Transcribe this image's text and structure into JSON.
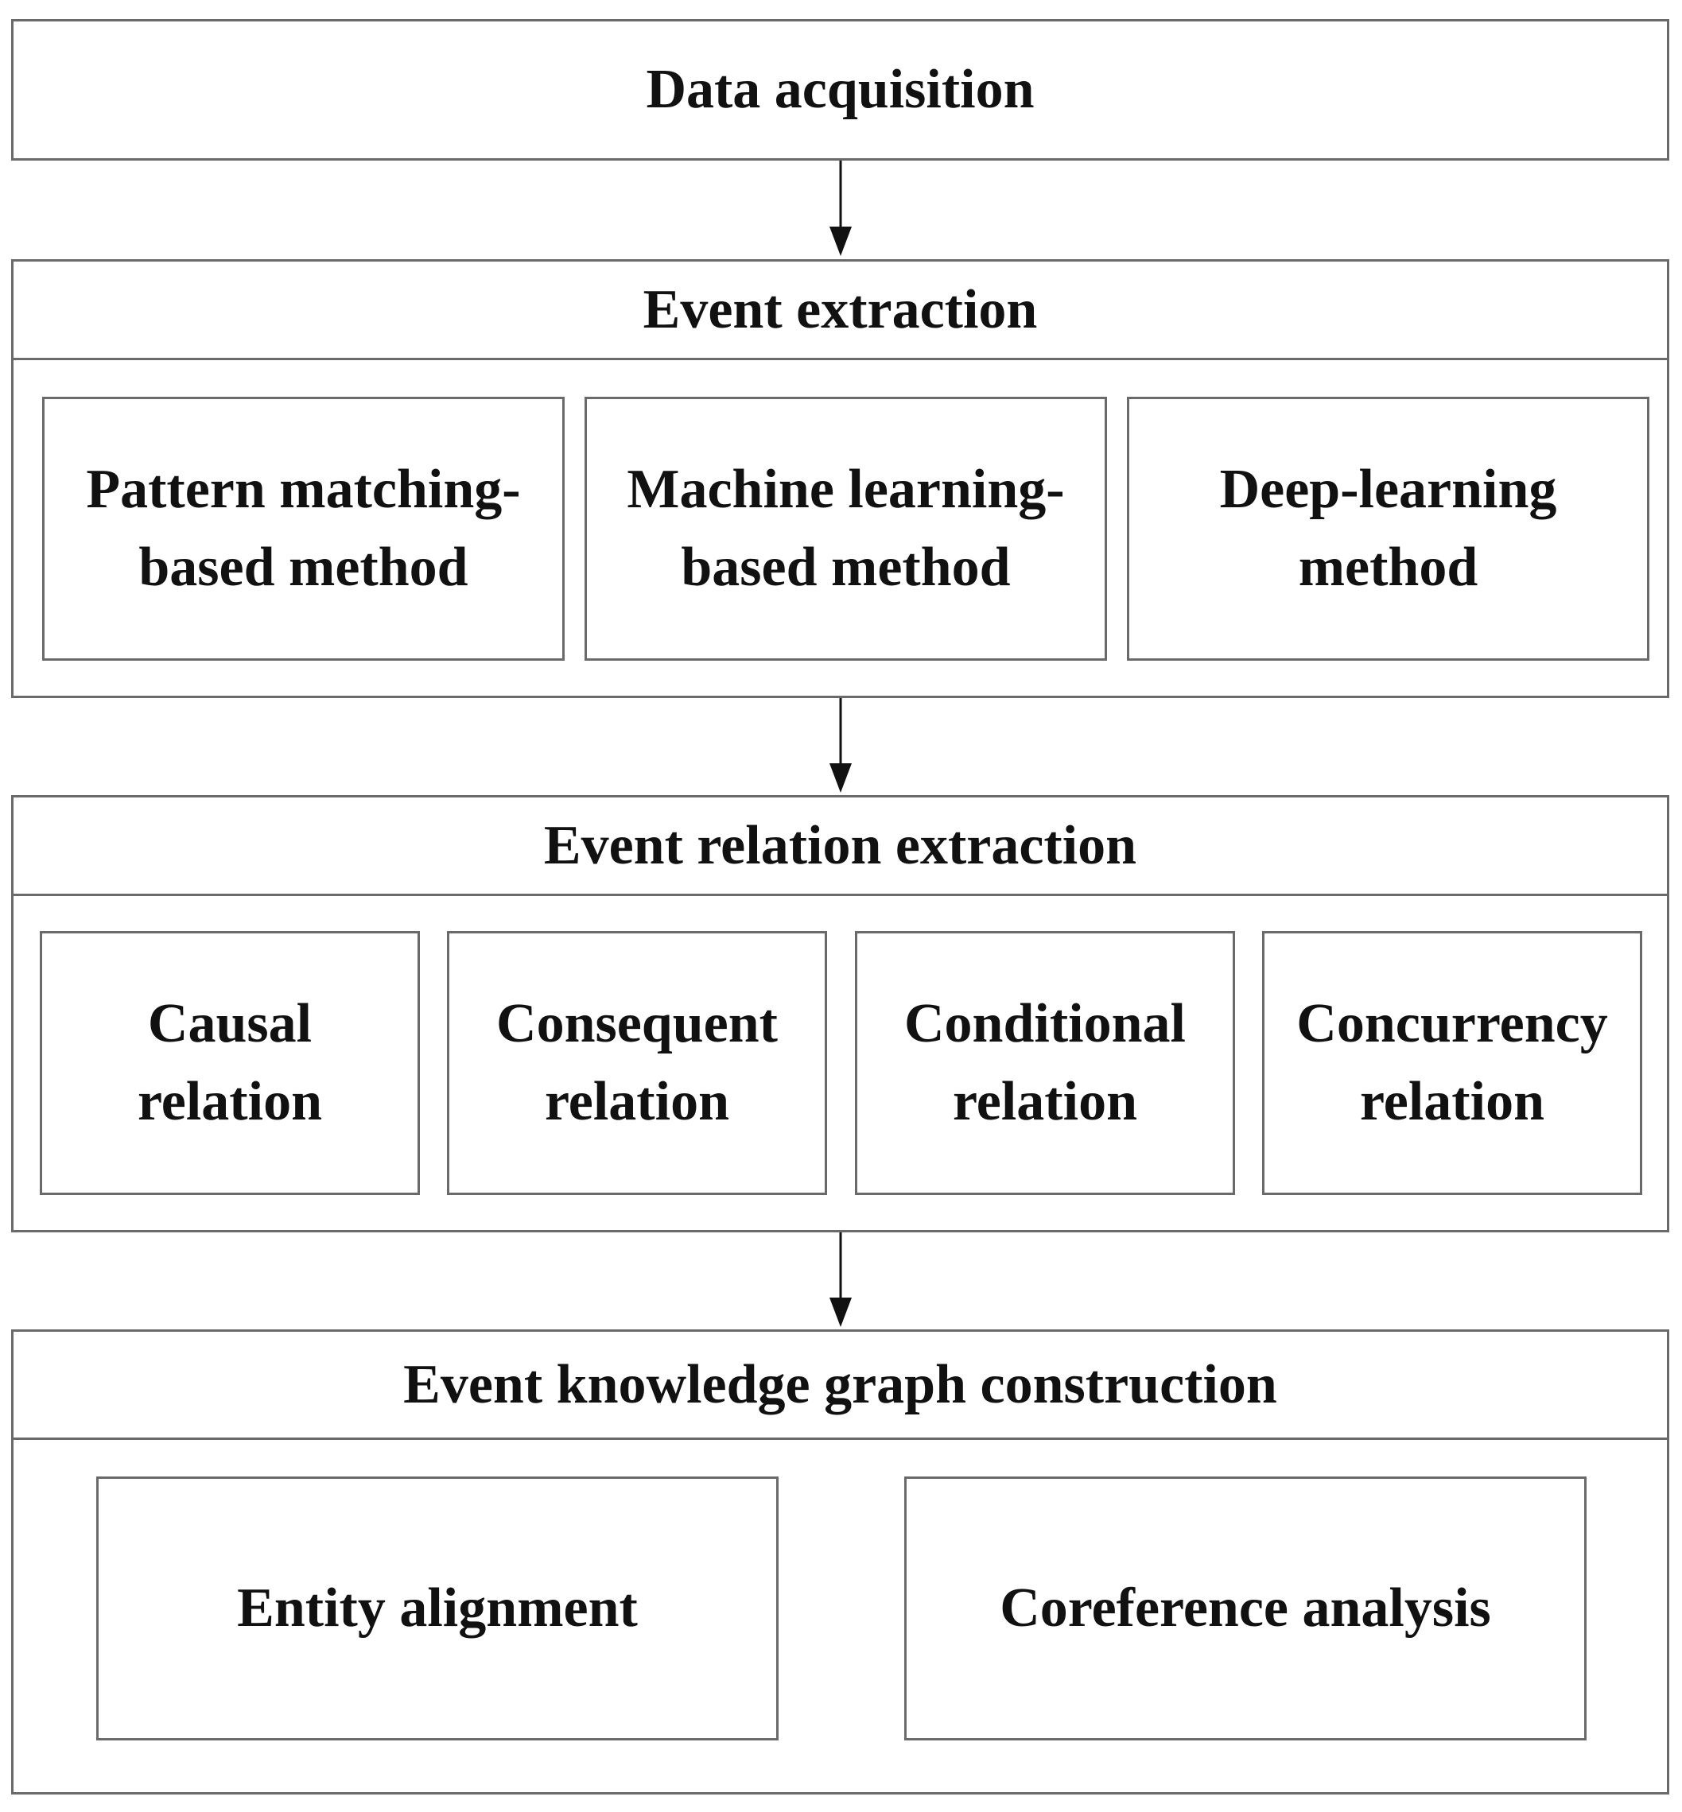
{
  "stages": {
    "data_acquisition": {
      "title": "Data acquisition"
    },
    "event_extraction": {
      "title": "Event extraction",
      "methods": [
        "Pattern matching-\nbased method",
        "Machine learning-\nbased method",
        "Deep-learning\nmethod"
      ]
    },
    "event_relation_extraction": {
      "title": "Event relation extraction",
      "relations": [
        "Causal\nrelation",
        "Consequent\nrelation",
        "Conditional\nrelation",
        "Concurrency\nrelation"
      ]
    },
    "event_kg_construction": {
      "title": "Event knowledge graph construction",
      "tasks": [
        "Entity alignment",
        "Coreference analysis"
      ]
    }
  },
  "colors": {
    "border": "#6a6a6a",
    "text": "#111111",
    "arrow": "#111111"
  }
}
